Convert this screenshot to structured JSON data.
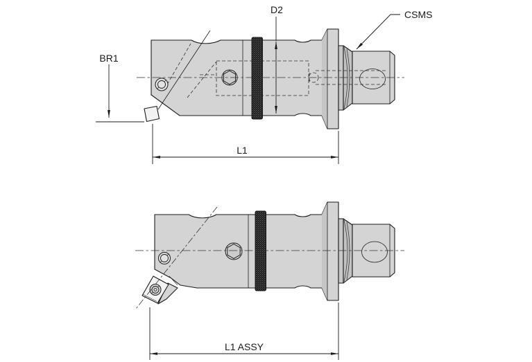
{
  "drawing": {
    "type": "engineering-diagram",
    "subject": "Boring/turning tool holder with CSMS spindle connection, shown as holder body (top view) and full assembly with indexable insert (bottom view)",
    "views": [
      {
        "id": "top-view",
        "name": "holder side view"
      },
      {
        "id": "bottom-view",
        "name": "assembly side view"
      }
    ]
  },
  "labels": {
    "d2": "D2",
    "csms": "CSMS",
    "br1": "BR1",
    "l1": "L1",
    "l1_assy": "L1 ASSY"
  },
  "colors": {
    "line": "#1a1a1a",
    "body_fill": "#d4d4d4",
    "shade_fill": "#c6c6c6",
    "groove_fill": "#c9c9c9",
    "groove_dark": "#c2c2c2",
    "insert_fill": "#f2f2f2",
    "screw_fill": "#e3e3e3",
    "hex_fill": "#cccccc",
    "knurl_dark": "#1c1c1c",
    "background": "#ffffff"
  }
}
